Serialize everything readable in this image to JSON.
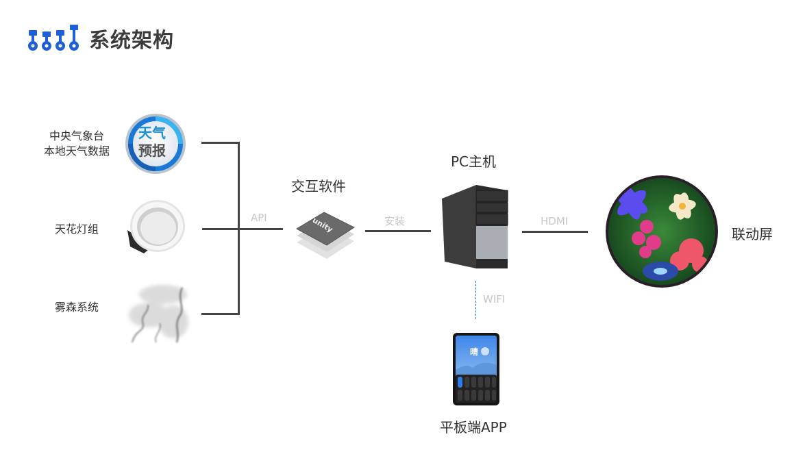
{
  "header": {
    "title": "系统架构",
    "logo_icon": "piston-icons",
    "accent_color": "#1e5fd8"
  },
  "sources": [
    {
      "label_line1": "中央气象台",
      "label_line2": "本地天气数据",
      "icon": "weather-forecast-icon",
      "icon_text_1": "天气",
      "icon_text_2": "预报"
    },
    {
      "label_line1": "天花灯组",
      "icon": "ceiling-light-icon"
    },
    {
      "label_line1": "雾森系统",
      "icon": "fog-smoke-icon"
    }
  ],
  "edges": {
    "api": "API",
    "install": "安装",
    "hdmi": "HDMI",
    "wifi": "WIFI"
  },
  "nodes": {
    "software": {
      "title": "交互软件",
      "icon": "unity-icon",
      "icon_text": "unity"
    },
    "pc": {
      "title": "PC主机",
      "icon": "pc-tower-icon"
    },
    "screen": {
      "title": "联动屏",
      "icon": "round-screen-icon"
    },
    "tablet": {
      "title": "平板端APP",
      "icon": "tablet-icon",
      "screen_text": "晴"
    }
  }
}
